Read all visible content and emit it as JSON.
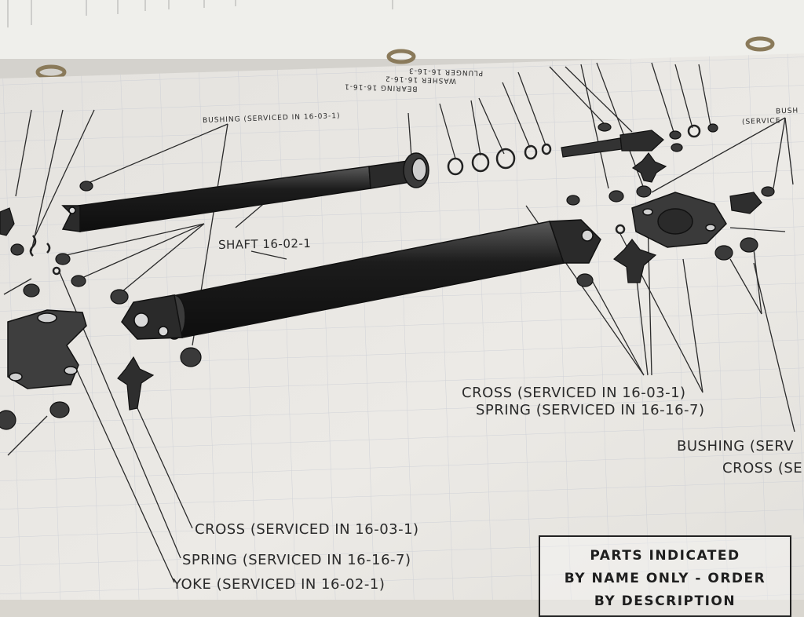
{
  "labels": {
    "bushing_top": "BUSHING (SERVICED IN 16-03-1)",
    "shaft": "SHAFT 16-02-1",
    "cross_mid": "CROSS (SERVICED IN 16-03-1)",
    "spring_mid": "SPRING (SERVICED IN 16-16-7)",
    "bushing_right": "BUSHING (SERV",
    "cross_right": "CROSS (SE",
    "cross_bottom": "CROSS (SERVICED IN 16-03-1)",
    "spring_bottom": "SPRING (SERVICED IN 16-16-7)",
    "yoke_bottom": "YOKE (SERVICED IN 16-02-1)",
    "bearing_small": "BEARING 16-16-1",
    "washer_small": "WASHER 16-16-2",
    "plunger_small": "PLUNGER 16-16-3",
    "serviced_right_top": "(SERVICE",
    "bush_right_top": "BUSH"
  },
  "notice": {
    "line1": "PARTS INDICATED",
    "line2": "BY NAME ONLY - ORDER",
    "line3": "BY DESCRIPTION"
  }
}
